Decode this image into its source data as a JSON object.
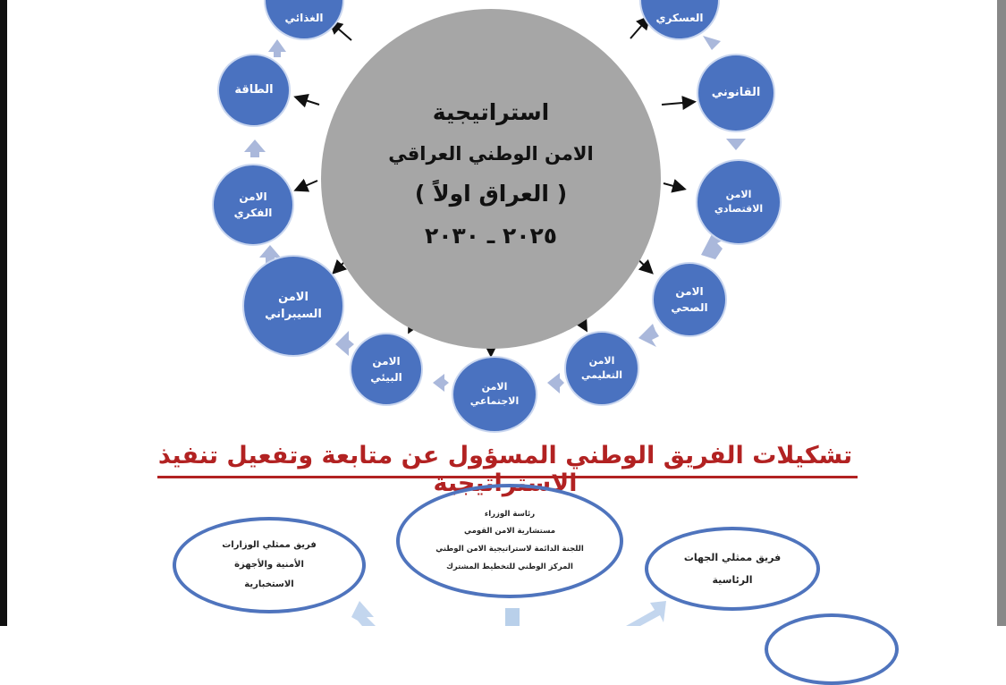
{
  "diagram": {
    "center": {
      "line1": "استراتيجية",
      "line2": "الامن الوطني العراقي",
      "line3": "( العراق اولاً )",
      "line4": "٢٠٢٥ ـ ٢٠٣٠"
    },
    "nodes": [
      {
        "id": "food",
        "lines": [
          "الغذائي"
        ]
      },
      {
        "id": "military",
        "lines": [
          "العسكري"
        ]
      },
      {
        "id": "energy",
        "lines": [
          "الطاقة"
        ]
      },
      {
        "id": "legal",
        "lines": [
          "القانوني"
        ]
      },
      {
        "id": "intellectual",
        "lines": [
          "الامن",
          "الفكري"
        ]
      },
      {
        "id": "economic",
        "lines": [
          "الامن",
          "الاقتصادي"
        ]
      },
      {
        "id": "cyber",
        "lines": [
          "الامن",
          "السيبراني"
        ]
      },
      {
        "id": "health",
        "lines": [
          "الامن",
          "الصحي"
        ]
      },
      {
        "id": "environmental",
        "lines": [
          "الامن",
          "البيئي"
        ]
      },
      {
        "id": "social",
        "lines": [
          "الامن",
          "الاجتماعي"
        ]
      },
      {
        "id": "educational",
        "lines": [
          "الامن",
          "التعليمي"
        ]
      }
    ],
    "colors": {
      "node": "#4a72c0",
      "center": "#a6a6a6",
      "title": "#b22222",
      "ellipse": "#4f74bd"
    }
  },
  "section_title": "تشكيلات الفريق الوطني المسؤول عن متابعة وتفعيل تنفيذ الاستراتيجية",
  "teams": {
    "left": [
      "فريق ممثلي الوزارات",
      "الأمنية والأجهزة",
      "الاستخبارية"
    ],
    "center": [
      "رئاسة الوزراء",
      "مستشارية الامن القومي",
      "اللجنة الدائمة لاستراتيجية الامن الوطني",
      "المركز الوطني للتخطيط المشترك"
    ],
    "right": [
      "فريق ممثلي الجهات",
      "الرئاسية"
    ]
  }
}
